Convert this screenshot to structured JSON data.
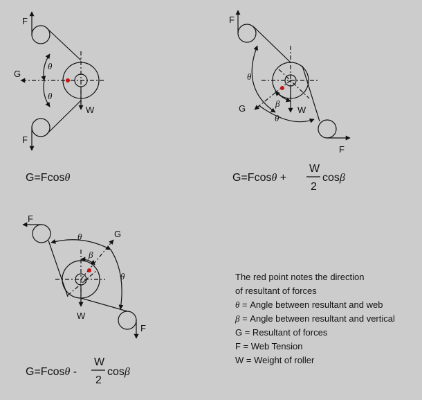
{
  "colors": {
    "background": "#cccccc",
    "ink": "#111111",
    "red_point": "#cc1111"
  },
  "labels": {
    "F": "F",
    "G": "G",
    "W": "W",
    "theta": "θ",
    "beta": "β"
  },
  "formulas": {
    "f1": {
      "main": "G=Fcos",
      "sym": "θ"
    },
    "f2": {
      "main": "G=Fcos",
      "sym": "θ",
      "op": " +",
      "num": "W",
      "den": "2",
      "tail": "cos",
      "tail_sym": "β"
    },
    "f3": {
      "main": "G=Fcos",
      "sym": "θ",
      "op": " -",
      "num": "W",
      "den": "2",
      "tail": "cos",
      "tail_sym": "β"
    }
  },
  "legend": [
    {
      "text": "The red point notes the direction"
    },
    {
      "text": "of resultant of forces"
    },
    {
      "sym": "θ",
      "text": " =  Angle between resultant and web"
    },
    {
      "sym": "β",
      "text": " =  Angle between resultant and vertical"
    },
    {
      "text": "G = Resultant of forces"
    },
    {
      "text": "F =  Web Tension"
    },
    {
      "text": "W = Weight of roller"
    }
  ]
}
